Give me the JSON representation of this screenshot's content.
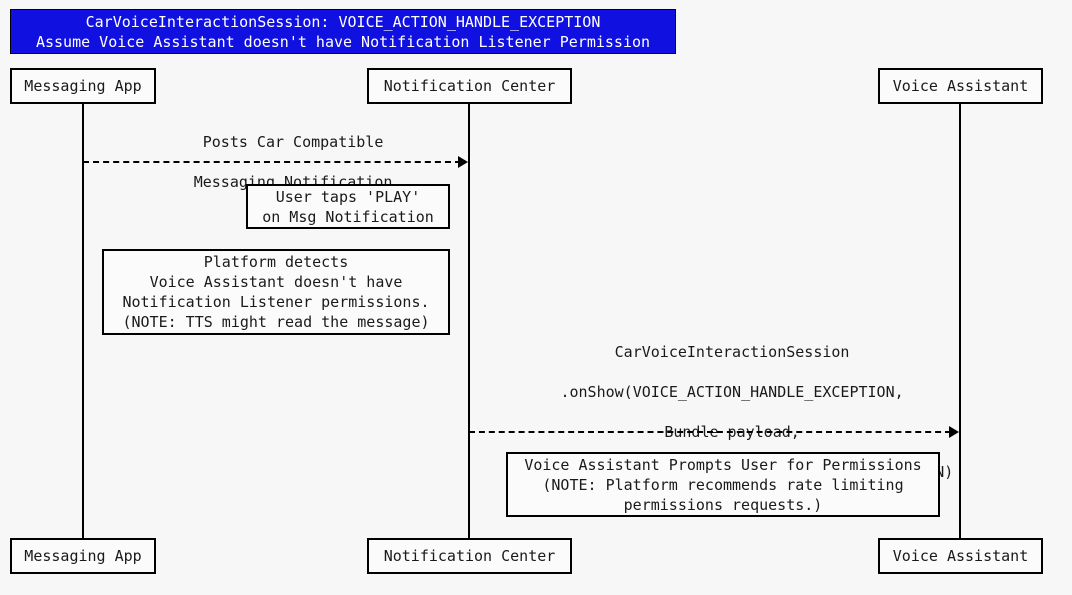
{
  "diagram": {
    "type": "uml-sequence-diagram",
    "background_color": "#f7f7f7",
    "line_color": "#000000",
    "text_color": "#1a1a1a",
    "title": {
      "background_color": "#1010e0",
      "text_color": "#ffffff",
      "line1": "CarVoiceInteractionSession: VOICE_ACTION_HANDLE_EXCEPTION",
      "line2": "Assume Voice Assistant doesn't have Notification Listener Permission"
    },
    "participants": [
      {
        "id": "messaging-app",
        "label": "Messaging App"
      },
      {
        "id": "notification-center",
        "label": "Notification Center"
      },
      {
        "id": "voice-assistant",
        "label": "Voice Assistant"
      }
    ],
    "messages": [
      {
        "id": "post-notification",
        "from": "messaging-app",
        "to": "notification-center",
        "style": "dashed",
        "label_line1": "Posts Car Compatible",
        "label_line2": "Messaging Notification"
      },
      {
        "id": "on-show",
        "from": "notification-center",
        "to": "voice-assistant",
        "style": "dashed",
        "label_line1": "CarVoiceInteractionSession",
        "label_line2": ".onShow(VOICE_ACTION_HANDLE_EXCEPTION,",
        "label_line3": "Bundle payload,",
        "label_line4": "VoiceInteractionSession.SHOW_SOURCE_NOTIFICATION)"
      }
    ],
    "notes": [
      {
        "id": "user-taps-play",
        "line1": "User taps 'PLAY'",
        "line2": "on Msg Notification"
      },
      {
        "id": "platform-detects",
        "line1": "Platform detects",
        "line2": "Voice Assistant doesn't have",
        "line3": "Notification Listener permissions.",
        "line4": "(NOTE: TTS might read the message)"
      },
      {
        "id": "prompts-user",
        "line1": "Voice Assistant Prompts User for Permissions",
        "line2": "(NOTE: Platform recommends rate limiting",
        "line3": "permissions requests.)"
      }
    ]
  }
}
